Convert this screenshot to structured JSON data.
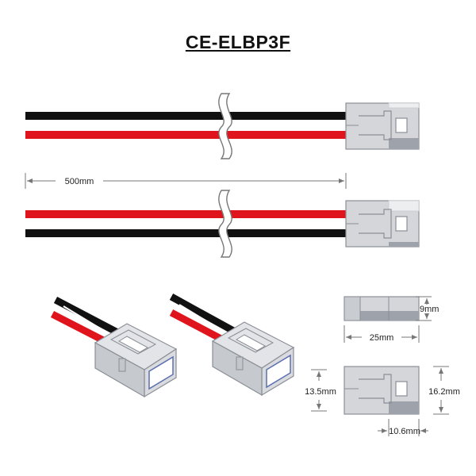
{
  "title": "CE-ELBP3F",
  "dimensions": {
    "cable_length": "500mm",
    "height_side": "9mm",
    "length": "25mm",
    "height_front_inner": "13.5mm",
    "height_front_outer": "16.2mm",
    "width_bottom": "10.6mm"
  },
  "colors": {
    "wire_black": "#111111",
    "wire_red": "#e0141c",
    "housing": "#d4d6da",
    "housing_dark": "#9ea3ab",
    "housing_outline": "#8a8f96",
    "dimension_line": "#777777"
  }
}
